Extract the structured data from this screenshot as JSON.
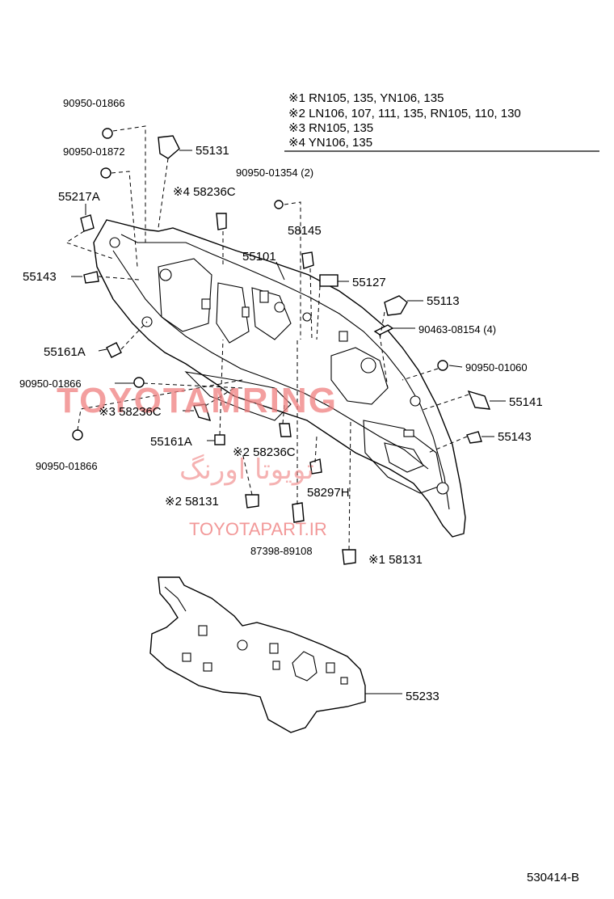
{
  "legend": [
    "※1 RN105, 135, YN106, 135",
    "※2 LN106, 107, 111, 135, RN105, 110, 130",
    "※3 RN105, 135",
    "※4 YN106, 135"
  ],
  "callouts": {
    "p90950_01866_top": "90950-01866",
    "p90950_01872": "90950-01872",
    "p55131": "55131",
    "p55217A": "55217A",
    "p58236C_s4": "※4 58236C",
    "p90950_01354": "90950-01354 (2)",
    "p58145": "58145",
    "p55101": "55101",
    "p55143_left": "55143",
    "p55127": "55127",
    "p55113": "55113",
    "p90463_08154": "90463-08154 (4)",
    "p55161A_left": "55161A",
    "p90950_01060": "90950-01060",
    "p90950_01866_mid": "90950-01866",
    "p55141": "55141",
    "p58236C_s3": "※3 58236C",
    "p55143_right": "55143",
    "p55161A_bottom": "55161A",
    "p58236C_s2": "※2 58236C",
    "p90950_01866_bottom": "90950-01866",
    "p58131_s2": "※2 58131",
    "p58297H": "58297H",
    "p87398_89108": "87398-89108",
    "p58131_s1": "※1 58131",
    "p55233": "55233"
  },
  "watermark": {
    "brand": "TOYOTAMRING",
    "persian": "تویوتا اورنگ",
    "site": "TOYOTAPART.IR"
  },
  "figure_id": "530414-B"
}
